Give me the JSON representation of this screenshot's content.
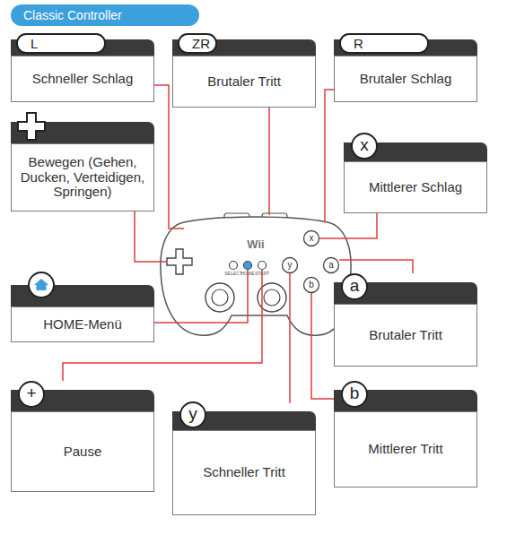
{
  "diagram": {
    "title": "Classic Controller",
    "nodes": [
      {
        "text": [
          "L",
          "Schneller Schlag"
        ]
      },
      {
        "text": [
          "ZR",
          "Brutaler Tritt"
        ]
      },
      {
        "text": [
          "R",
          "Brutaler Schlag"
        ]
      },
      {
        "text": [
          "Bewegen (Gehen, Ducken, Verteidigen, Springen)"
        ]
      },
      {
        "text": [
          "x",
          "Mittlerer Schlag"
        ]
      },
      {
        "text": [
          "HOME-Menü"
        ]
      },
      {
        "text": [
          "a",
          "Brutaler Tritt"
        ]
      },
      {
        "text": [
          "+",
          "Pause"
        ]
      },
      {
        "text": [
          "y",
          "Schneller Tritt"
        ]
      },
      {
        "text": [
          "b",
          "Mittlerer Tritt"
        ]
      }
    ],
    "labels": [
      "Wii",
      "SELECT",
      "HOME",
      "START",
      "x",
      "y",
      "a",
      "b"
    ]
  }
}
